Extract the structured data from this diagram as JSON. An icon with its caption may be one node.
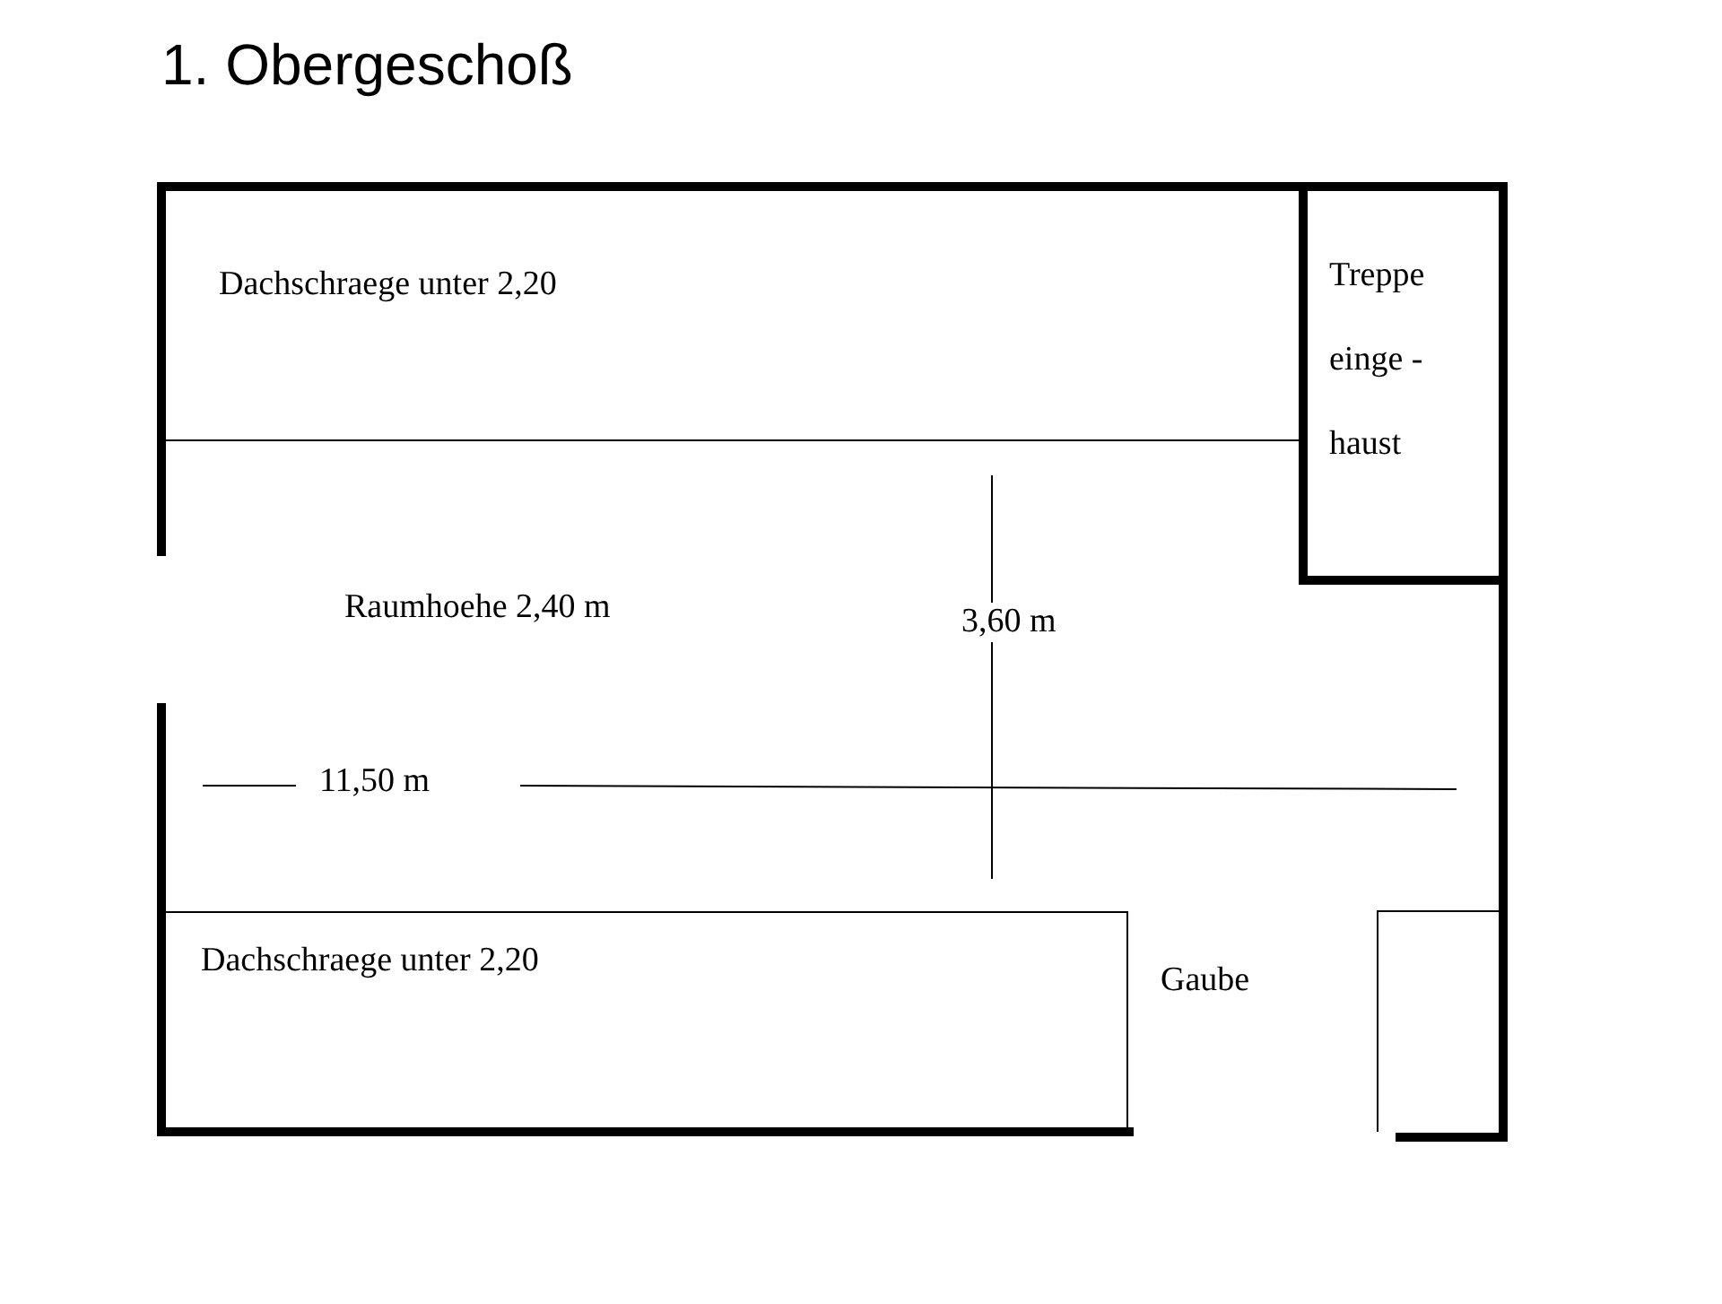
{
  "diagram": {
    "title": "1. Obergeschoß",
    "nodes": [
      {
        "text": [
          "Dachschraege unter 2,20"
        ]
      },
      {
        "text": [
          "Treppe einge -haust"
        ]
      },
      {
        "text": [
          "Dachschraege unter 2,20"
        ]
      },
      {
        "text": [
          "Gaube"
        ]
      }
    ],
    "labels": [
      "Raumhoehe 2,40 m",
      "3,60 m",
      "11,50 m"
    ]
  }
}
